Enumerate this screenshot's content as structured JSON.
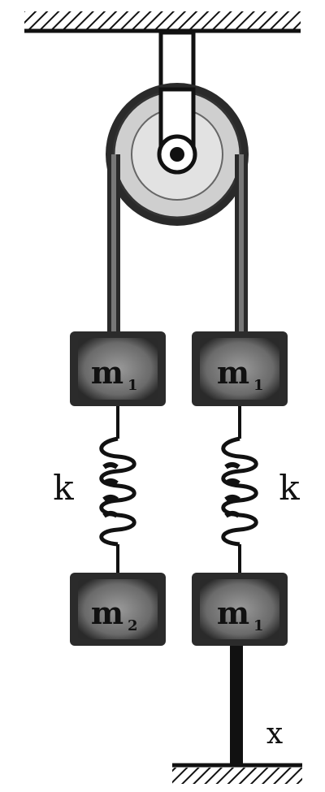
{
  "masses": {
    "top_left": {
      "label": "m",
      "sub": "1"
    },
    "top_right": {
      "label": "m",
      "sub": "1"
    },
    "bottom_left": {
      "label": "m",
      "sub": "2"
    },
    "bottom_right": {
      "label": "m",
      "sub": "1"
    }
  },
  "springs": {
    "left_label": "k",
    "right_label": "k"
  },
  "rod": {
    "label": "x"
  },
  "colors": {
    "ink": "#111111",
    "mass_fill": "#4a4a4a",
    "mass_inner": "#8a8a8a",
    "pulley_fill": "#cfcfcf",
    "pulley_inner": "#e6e6e6"
  }
}
